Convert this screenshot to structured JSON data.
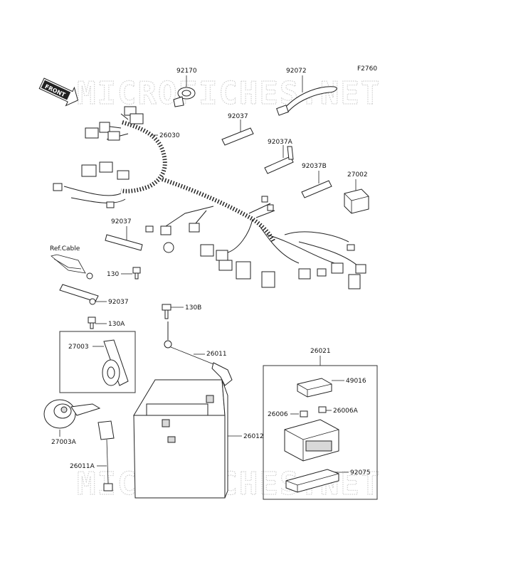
{
  "figure_code": "F2760",
  "front_label": "FRONT",
  "ref_cable_label": "Ref.Cable",
  "watermark_text": "MICROFICHES.NET",
  "part_labels": {
    "p92170": "92170",
    "p92072": "92072",
    "p26030": "26030",
    "p92037_top": "92037",
    "p92037A": "92037A",
    "p92037B": "92037B",
    "p27002": "27002",
    "p92037_mid": "92037",
    "p130": "130",
    "p92037_low": "92037",
    "p130A": "130A",
    "p130B": "130B",
    "p26011": "26011",
    "p27003": "27003",
    "p26021": "26021",
    "p49016": "49016",
    "p26006": "26006",
    "p26006A": "26006A",
    "p26012": "26012",
    "p27003A": "27003A",
    "p26011A": "26011A",
    "p92075": "92075"
  },
  "colors": {
    "line": "#222222",
    "watermark": "#cfcfcf",
    "background": "#ffffff"
  }
}
